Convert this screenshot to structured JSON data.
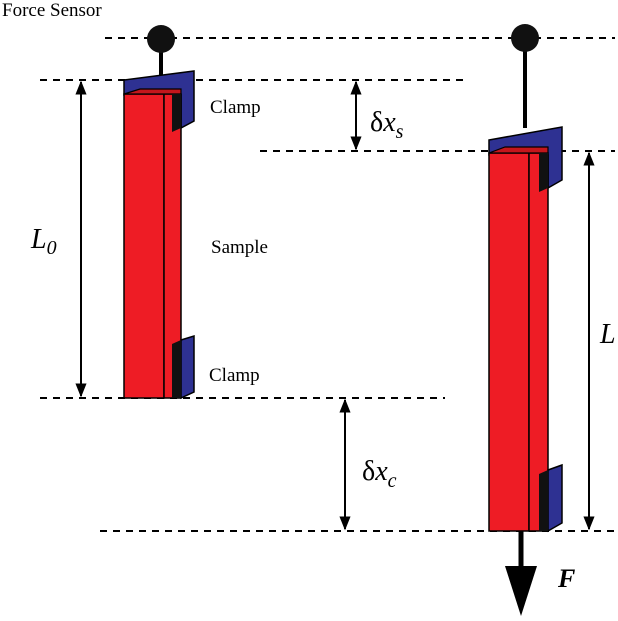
{
  "labels": {
    "force_sensor": "Force Sensor",
    "clamp_top": "Clamp",
    "clamp_bottom": "Clamp",
    "sample": "Sample",
    "initial_length": "L",
    "initial_length_sub": "0",
    "stretched_length": "L",
    "sensor_displacement_delta": "δ",
    "sensor_displacement_var": "x",
    "sensor_displacement_sub": "s",
    "clamp_displacement_delta": "δ",
    "clamp_displacement_var": "x",
    "clamp_displacement_sub": "c",
    "force": "F"
  },
  "colors": {
    "sample": "#ee1c25",
    "clamp": "#2e3192",
    "line": "#000000",
    "background": "#ffffff"
  }
}
